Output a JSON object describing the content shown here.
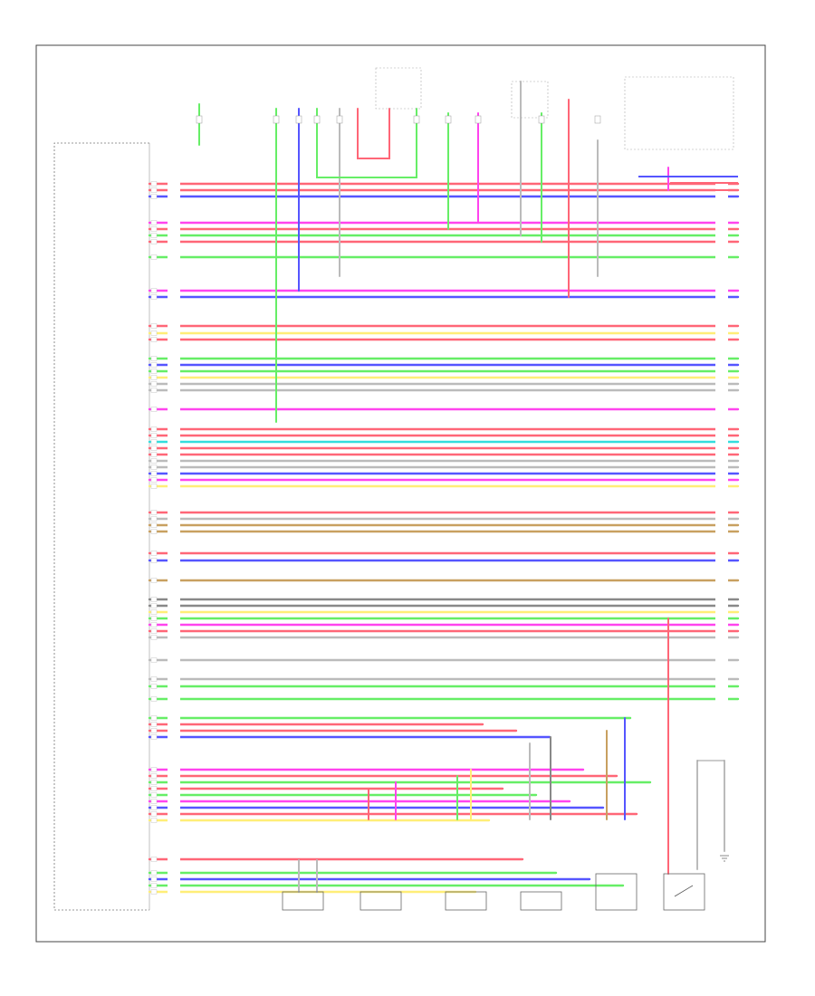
{
  "page_label": "",
  "colors": {
    "frame": "#444444",
    "red": "#ff6677",
    "pink": "#ff44ee",
    "green": "#66ee66",
    "blue": "#5555ff",
    "yellow": "#ffee77",
    "cyan": "#33dddd",
    "gray": "#888888",
    "lightgray": "#bbbbbb",
    "tan": "#c8a060"
  },
  "diagram": {
    "title": "",
    "module_label": "",
    "left_labels": [],
    "bottom_components": [],
    "top_components": [],
    "wires": [
      {
        "color": "red"
      },
      {
        "color": "red"
      },
      {
        "color": "blue"
      },
      {
        "color": "pink"
      },
      {
        "color": "red"
      },
      {
        "color": "green"
      },
      {
        "color": "red"
      },
      {
        "color": "green"
      },
      {
        "color": "pink"
      },
      {
        "color": "blue"
      },
      {
        "color": "red"
      },
      {
        "color": "yellow"
      },
      {
        "color": "red"
      },
      {
        "color": "green"
      },
      {
        "color": "blue"
      },
      {
        "color": "green"
      },
      {
        "color": "yellow"
      },
      {
        "color": "lightgray"
      },
      {
        "color": "lightgray"
      },
      {
        "color": "pink"
      },
      {
        "color": "red"
      },
      {
        "color": "red"
      },
      {
        "color": "cyan"
      },
      {
        "color": "red"
      },
      {
        "color": "red"
      },
      {
        "color": "lightgray"
      },
      {
        "color": "lightgray"
      },
      {
        "color": "blue"
      },
      {
        "color": "pink"
      },
      {
        "color": "yellow"
      },
      {
        "color": "red"
      },
      {
        "color": "lightgray"
      },
      {
        "color": "tan"
      },
      {
        "color": "tan"
      },
      {
        "color": "red"
      },
      {
        "color": "blue"
      },
      {
        "color": "tan"
      },
      {
        "color": "gray"
      },
      {
        "color": "gray"
      },
      {
        "color": "yellow"
      },
      {
        "color": "green"
      },
      {
        "color": "pink"
      },
      {
        "color": "red"
      },
      {
        "color": "lightgray"
      },
      {
        "color": "lightgray"
      },
      {
        "color": "lightgray"
      },
      {
        "color": "green"
      },
      {
        "color": "green"
      },
      {
        "color": "green"
      }
    ]
  }
}
